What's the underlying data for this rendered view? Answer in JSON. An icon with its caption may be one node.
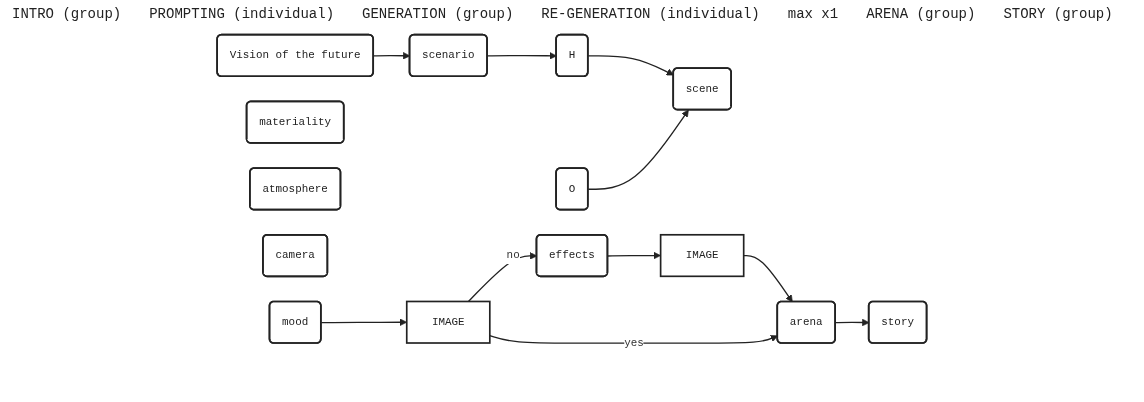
{
  "diagram": {
    "nodes": [
      {
        "text": [
          "Vision of the future"
        ]
      },
      {
        "text": [
          "scenario"
        ]
      },
      {
        "text": [
          "H"
        ]
      },
      {
        "text": [
          "O"
        ]
      },
      {
        "text": [
          "scene"
        ]
      },
      {
        "text": [
          "materiality"
        ]
      },
      {
        "text": [
          "atmosphere"
        ]
      },
      {
        "text": [
          "camera"
        ]
      },
      {
        "text": [
          "mood"
        ]
      },
      {
        "text": [
          "IMAGE"
        ]
      },
      {
        "text": [
          "effects"
        ]
      },
      {
        "text": [
          "IMAGE"
        ]
      },
      {
        "text": [
          "arena"
        ]
      },
      {
        "text": [
          "story"
        ]
      }
    ],
    "edges": [
      {
        "from": 0,
        "to": 1,
        "arrow": "to"
      },
      {
        "from": 1,
        "to": 2,
        "arrow": "to"
      },
      {
        "from": 2,
        "to": 4,
        "arrow": "to"
      },
      {
        "from": 3,
        "to": 4,
        "arrow": "to"
      },
      {
        "from": 8,
        "to": 9,
        "arrow": "to"
      },
      {
        "from": 9,
        "to": 10,
        "label": "no",
        "arrow": "to"
      },
      {
        "from": 10,
        "to": 11,
        "arrow": "to"
      },
      {
        "from": 11,
        "to": 12,
        "arrow": "to"
      },
      {
        "from": 12,
        "to": 13,
        "arrow": "to"
      },
      {
        "from": 9,
        "to": 12,
        "label": "yes",
        "arrow": "to"
      }
    ],
    "labels": [
      "INTRO (group)",
      "PROMPTING (individual)",
      "GENERATION (group)",
      "RE-GENERATION (individual)",
      "max x1",
      "ARENA (group)",
      "STORY (group)"
    ]
  }
}
